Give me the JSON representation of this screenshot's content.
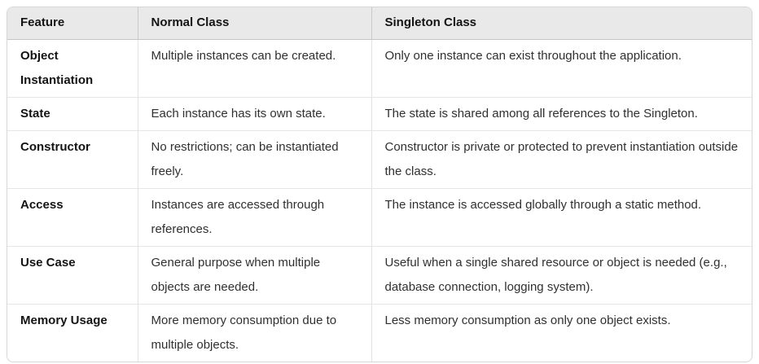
{
  "table": {
    "headers": [
      "Feature",
      "Normal Class",
      "Singleton Class"
    ],
    "rows": [
      {
        "feature": "Object Instantiation",
        "normal": "Multiple instances can be created.",
        "singleton": "Only one instance can exist throughout the application."
      },
      {
        "feature": "State",
        "normal": "Each instance has its own state.",
        "singleton": "The state is shared among all references to the Singleton."
      },
      {
        "feature": "Constructor",
        "normal": "No restrictions; can be instantiated freely.",
        "singleton": "Constructor is private or protected to prevent instantiation outside the class."
      },
      {
        "feature": "Access",
        "normal": "Instances are accessed through references.",
        "singleton": "The instance is accessed globally through a static method."
      },
      {
        "feature": "Use Case",
        "normal": "General purpose when multiple objects are needed.",
        "singleton": "Useful when a single shared resource or object is needed (e.g., database connection, logging system)."
      },
      {
        "feature": "Memory Usage",
        "normal": "More memory consumption due to multiple objects.",
        "singleton": "Less memory consumption as only one object exists."
      }
    ],
    "colors": {
      "header_bg": "#e9e9e9",
      "outer_border": "#d6d6d6",
      "header_divider": "#c6c6c6",
      "row_divider": "#e6e6e6",
      "header_text": "#141414",
      "body_text": "#303030"
    }
  }
}
